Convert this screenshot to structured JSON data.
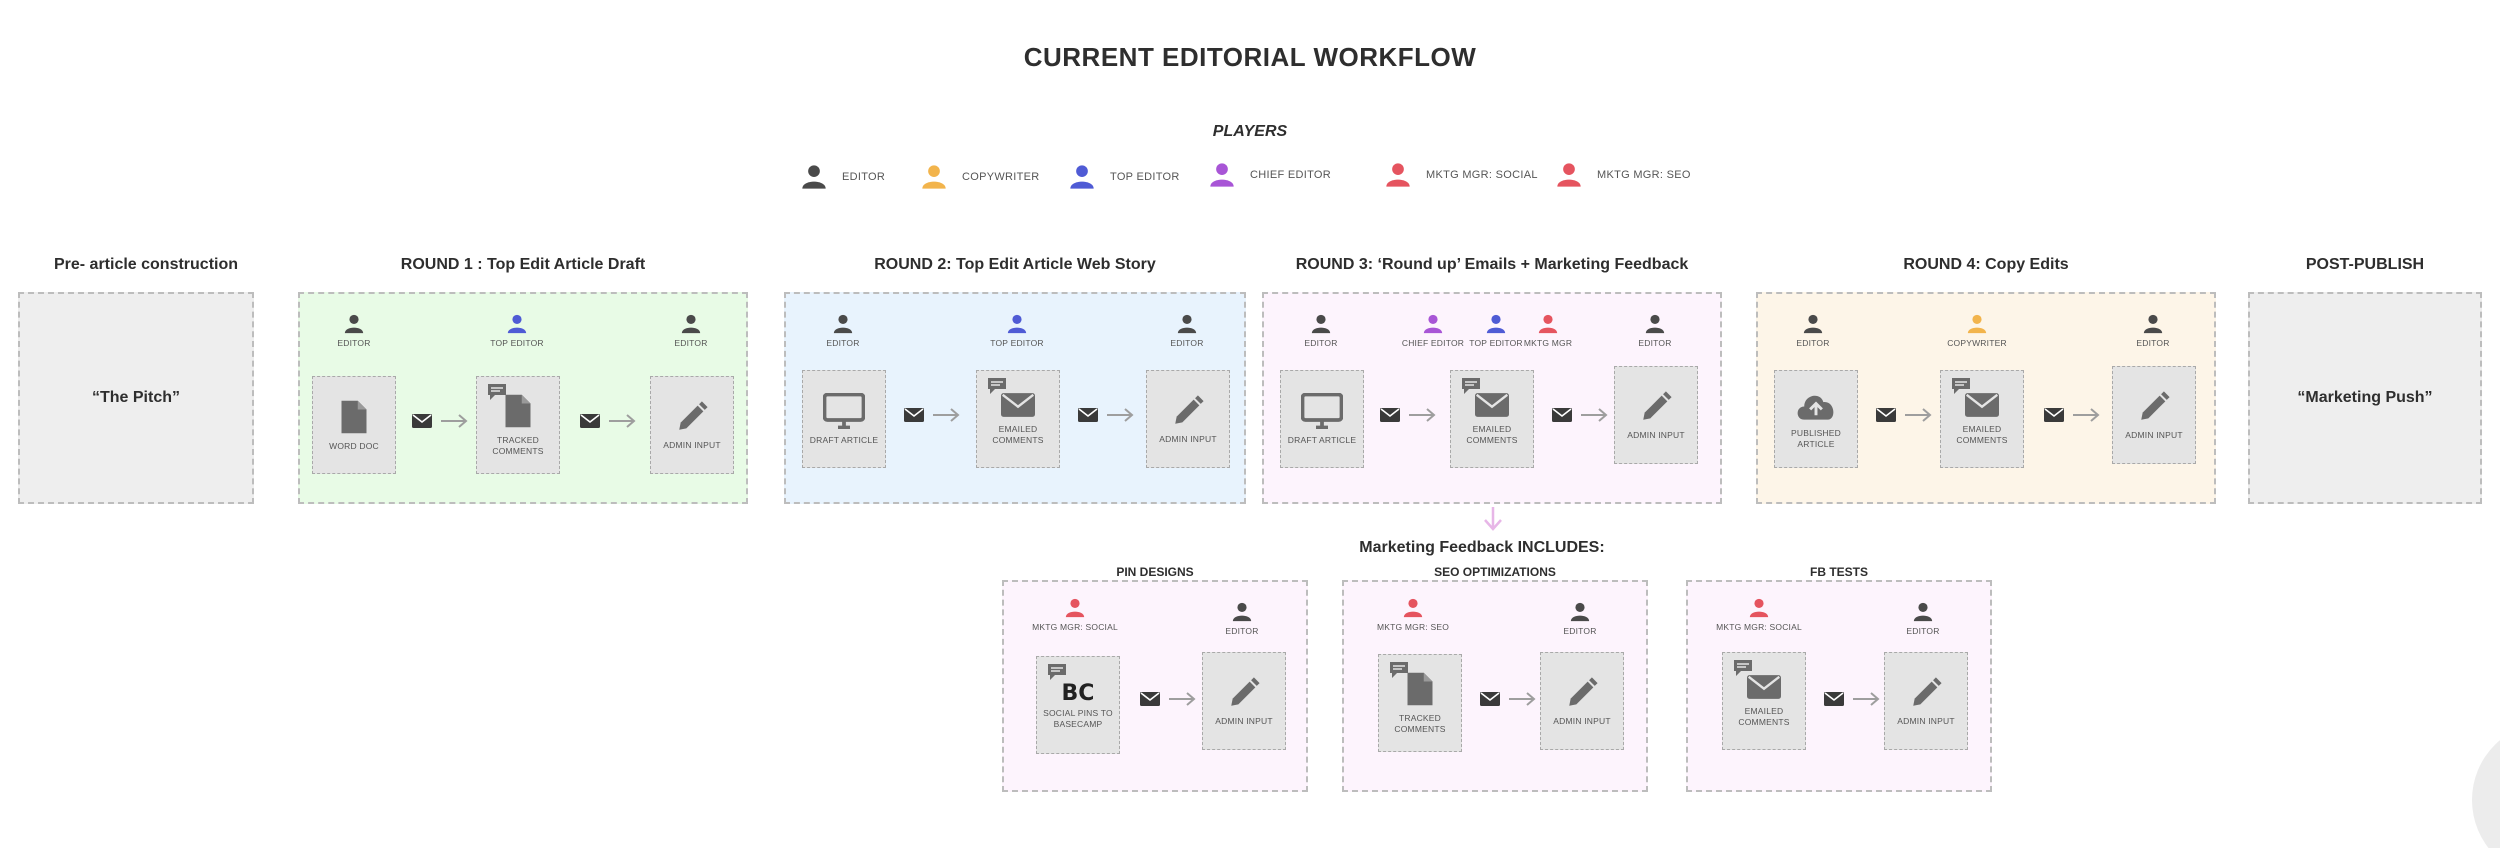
{
  "title": "CURRENT EDITORIAL WORKFLOW",
  "players": {
    "heading": "PLAYERS",
    "items": [
      {
        "label": "EDITOR",
        "color": "#4a4a4a"
      },
      {
        "label": "COPYWRITER",
        "color": "#f2b44c"
      },
      {
        "label": "TOP EDITOR",
        "color": "#4f5bd5"
      },
      {
        "label": "CHIEF EDITOR",
        "color": "#a855d6"
      },
      {
        "label": "MKTG MGR: SOCIAL",
        "color": "#e5545f"
      },
      {
        "label": "MKTG MGR: SEO",
        "color": "#e5545f"
      }
    ]
  },
  "columns": {
    "pre": {
      "heading": "Pre- article construction",
      "text": "“The Pitch”"
    },
    "round1": {
      "heading": "ROUND 1 : Top Edit Article Draft",
      "bg": "#e8fbe6",
      "people": [
        "EDITOR",
        "TOP EDITOR",
        "EDITOR"
      ],
      "steps": [
        "WORD DOC",
        "TRACKED COMMENTS",
        "ADMIN INPUT"
      ]
    },
    "round2": {
      "heading": "ROUND 2: Top Edit Article Web Story",
      "bg": "#e8f3fd",
      "people": [
        "EDITOR",
        "TOP EDITOR",
        "EDITOR"
      ],
      "steps": [
        "DRAFT ARTICLE",
        "EMAILED COMMENTS",
        "ADMIN INPUT"
      ]
    },
    "round3": {
      "heading": "ROUND 3: ‘Round up’ Emails + Marketing Feedback",
      "bg": "#fdf4fd",
      "people": [
        "EDITOR",
        "CHIEF EDITOR",
        "TOP EDITOR",
        "MKTG MGR",
        "EDITOR"
      ],
      "steps": [
        "DRAFT ARTICLE",
        "EMAILED COMMENTS",
        "ADMIN INPUT"
      ]
    },
    "round4": {
      "heading": "ROUND 4: Copy Edits",
      "bg": "#fdf5e8",
      "people": [
        "EDITOR",
        "COPYWRITER",
        "EDITOR"
      ],
      "steps": [
        "PUBLISHED ARTICLE",
        "EMAILED COMMENTS",
        "ADMIN INPUT"
      ]
    },
    "post": {
      "heading": "POST-PUBLISH",
      "text": "“Marketing Push”"
    }
  },
  "marketing": {
    "heading": "Marketing Feedback INCLUDES:",
    "pin": {
      "heading": "PIN DESIGNS",
      "people": [
        "MKTG MGR: SOCIAL",
        "EDITOR"
      ],
      "steps": [
        "SOCIAL PINS TO BASECAMP",
        "ADMIN INPUT"
      ],
      "bc": "BC"
    },
    "seo": {
      "heading": "SEO OPTIMIZATIONS",
      "people": [
        "MKTG MGR: SEO",
        "EDITOR"
      ],
      "steps": [
        "TRACKED COMMENTS",
        "ADMIN INPUT"
      ]
    },
    "fb": {
      "heading": "FB TESTS",
      "people": [
        "MKTG MGR: SOCIAL",
        "EDITOR"
      ],
      "steps": [
        "EMAILED COMMENTS",
        "ADMIN INPUT"
      ]
    }
  }
}
